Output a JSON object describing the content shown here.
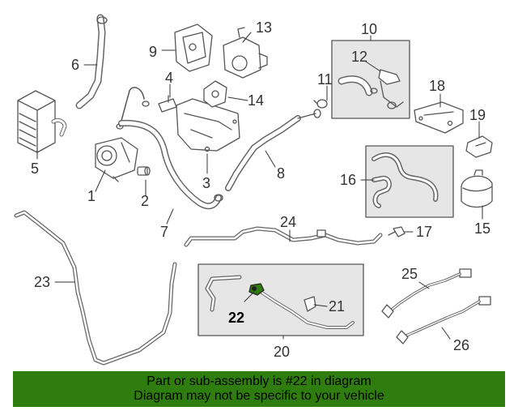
{
  "diagram": {
    "callouts": [
      "1",
      "2",
      "3",
      "4",
      "5",
      "6",
      "7",
      "8",
      "9",
      "10",
      "11",
      "12",
      "13",
      "14",
      "15",
      "16",
      "17",
      "18",
      "19",
      "20",
      "21",
      "22",
      "23",
      "24",
      "25",
      "26"
    ],
    "highlighted_callout": "22",
    "colors": {
      "line": "#555555",
      "panel_fill": "#e6e6e6",
      "highlight_part": "#2e7d0e",
      "banner": "#2e7d0e"
    }
  },
  "banner": {
    "line1": "Part or sub-assembly is #22 in diagram",
    "line2": "Diagram may not be specific to your vehicle"
  }
}
